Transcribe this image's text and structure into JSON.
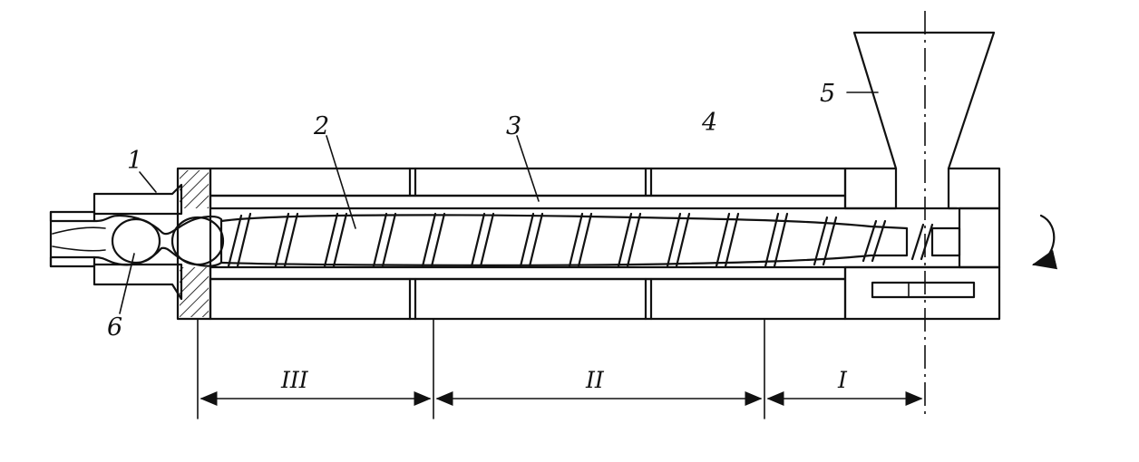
{
  "diagram": {
    "part_labels": [
      {
        "id": "nozzle",
        "text": "1"
      },
      {
        "id": "screw",
        "text": "2"
      },
      {
        "id": "barrel",
        "text": "3"
      },
      {
        "id": "heater",
        "text": "4"
      },
      {
        "id": "hopper",
        "text": "5"
      },
      {
        "id": "melt-chamber",
        "text": "6"
      }
    ],
    "zone_labels": [
      {
        "id": "zone-3",
        "text": "III"
      },
      {
        "id": "zone-2",
        "text": "II"
      },
      {
        "id": "zone-1",
        "text": "I"
      }
    ],
    "colors": {
      "ink": "#111111",
      "background": "#ffffff"
    }
  }
}
